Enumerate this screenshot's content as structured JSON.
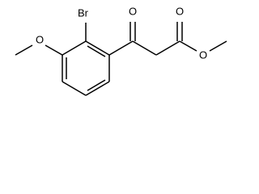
{
  "molecule": {
    "atoms": {
      "bromine": "Br",
      "ketone_oxygen": "O",
      "ester_carbonyl_oxygen": "O",
      "ester_ether_oxygen": "O",
      "methoxy_oxygen": "O"
    }
  },
  "colors": {
    "bond": "#000000",
    "label": "#000000",
    "background": "#ffffff"
  }
}
